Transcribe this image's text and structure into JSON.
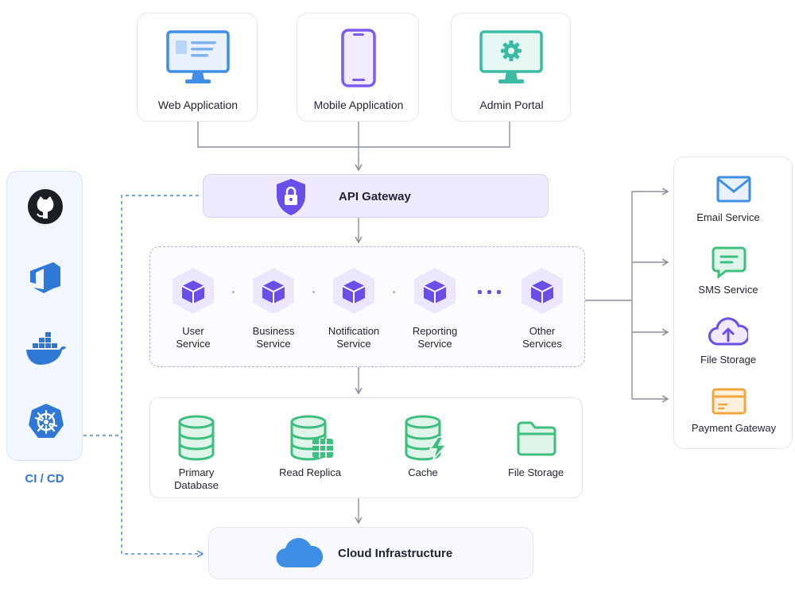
{
  "clients": [
    {
      "label": "Web Application",
      "icon": "monitor-icon"
    },
    {
      "label": "Mobile Application",
      "icon": "mobile-phone-icon"
    },
    {
      "label": "Admin Portal",
      "icon": "admin-monitor-gear-icon"
    }
  ],
  "gateway": {
    "label": "API Gateway",
    "icon": "shield-lock-icon"
  },
  "services": [
    {
      "label": "User\nService",
      "icon": "cube-hexagon-icon"
    },
    {
      "label": "Business\nService",
      "icon": "cube-hexagon-icon"
    },
    {
      "label": "Notification\nService",
      "icon": "cube-hexagon-icon"
    },
    {
      "label": "Reporting\nService",
      "icon": "cube-hexagon-icon"
    },
    {
      "label": "Other\nServices",
      "icon": "cube-hexagon-icon"
    }
  ],
  "data_layer": [
    {
      "label": "Primary\nDatabase",
      "icon": "database-icon"
    },
    {
      "label": "Read Replica",
      "icon": "database-grid-icon"
    },
    {
      "label": "Cache",
      "icon": "database-bolt-icon"
    },
    {
      "label": "File Storage",
      "icon": "folder-icon"
    }
  ],
  "infrastructure": {
    "label": "Cloud Infrastructure",
    "icon": "cloud-icon"
  },
  "cicd": {
    "label": "CI / CD",
    "steps": [
      "github-icon",
      "azure-devops-icon",
      "docker-icon",
      "kubernetes-icon"
    ]
  },
  "external_services": [
    {
      "label": "Email Service",
      "icon": "envelope-icon"
    },
    {
      "label": "SMS Service",
      "icon": "chat-bubble-icon"
    },
    {
      "label": "File Storage",
      "icon": "cloud-upload-icon"
    },
    {
      "label": "Payment Gateway",
      "icon": "credit-card-icon"
    }
  ],
  "colors": {
    "connector": "#8a909c",
    "dashed_connector": "#4a8ae3",
    "gateway_fill": "#efeafe",
    "service_purple": "#6a4ee8",
    "data_green": "#3fbf7f",
    "client_blue": "#3f8ee6",
    "client_purple": "#7a5df0",
    "client_teal": "#3cbba4",
    "external_blue": "#3f8ee6",
    "external_green": "#3fbf7f",
    "external_orange": "#f0a63c",
    "cicd_blue": "#2f78d6"
  }
}
